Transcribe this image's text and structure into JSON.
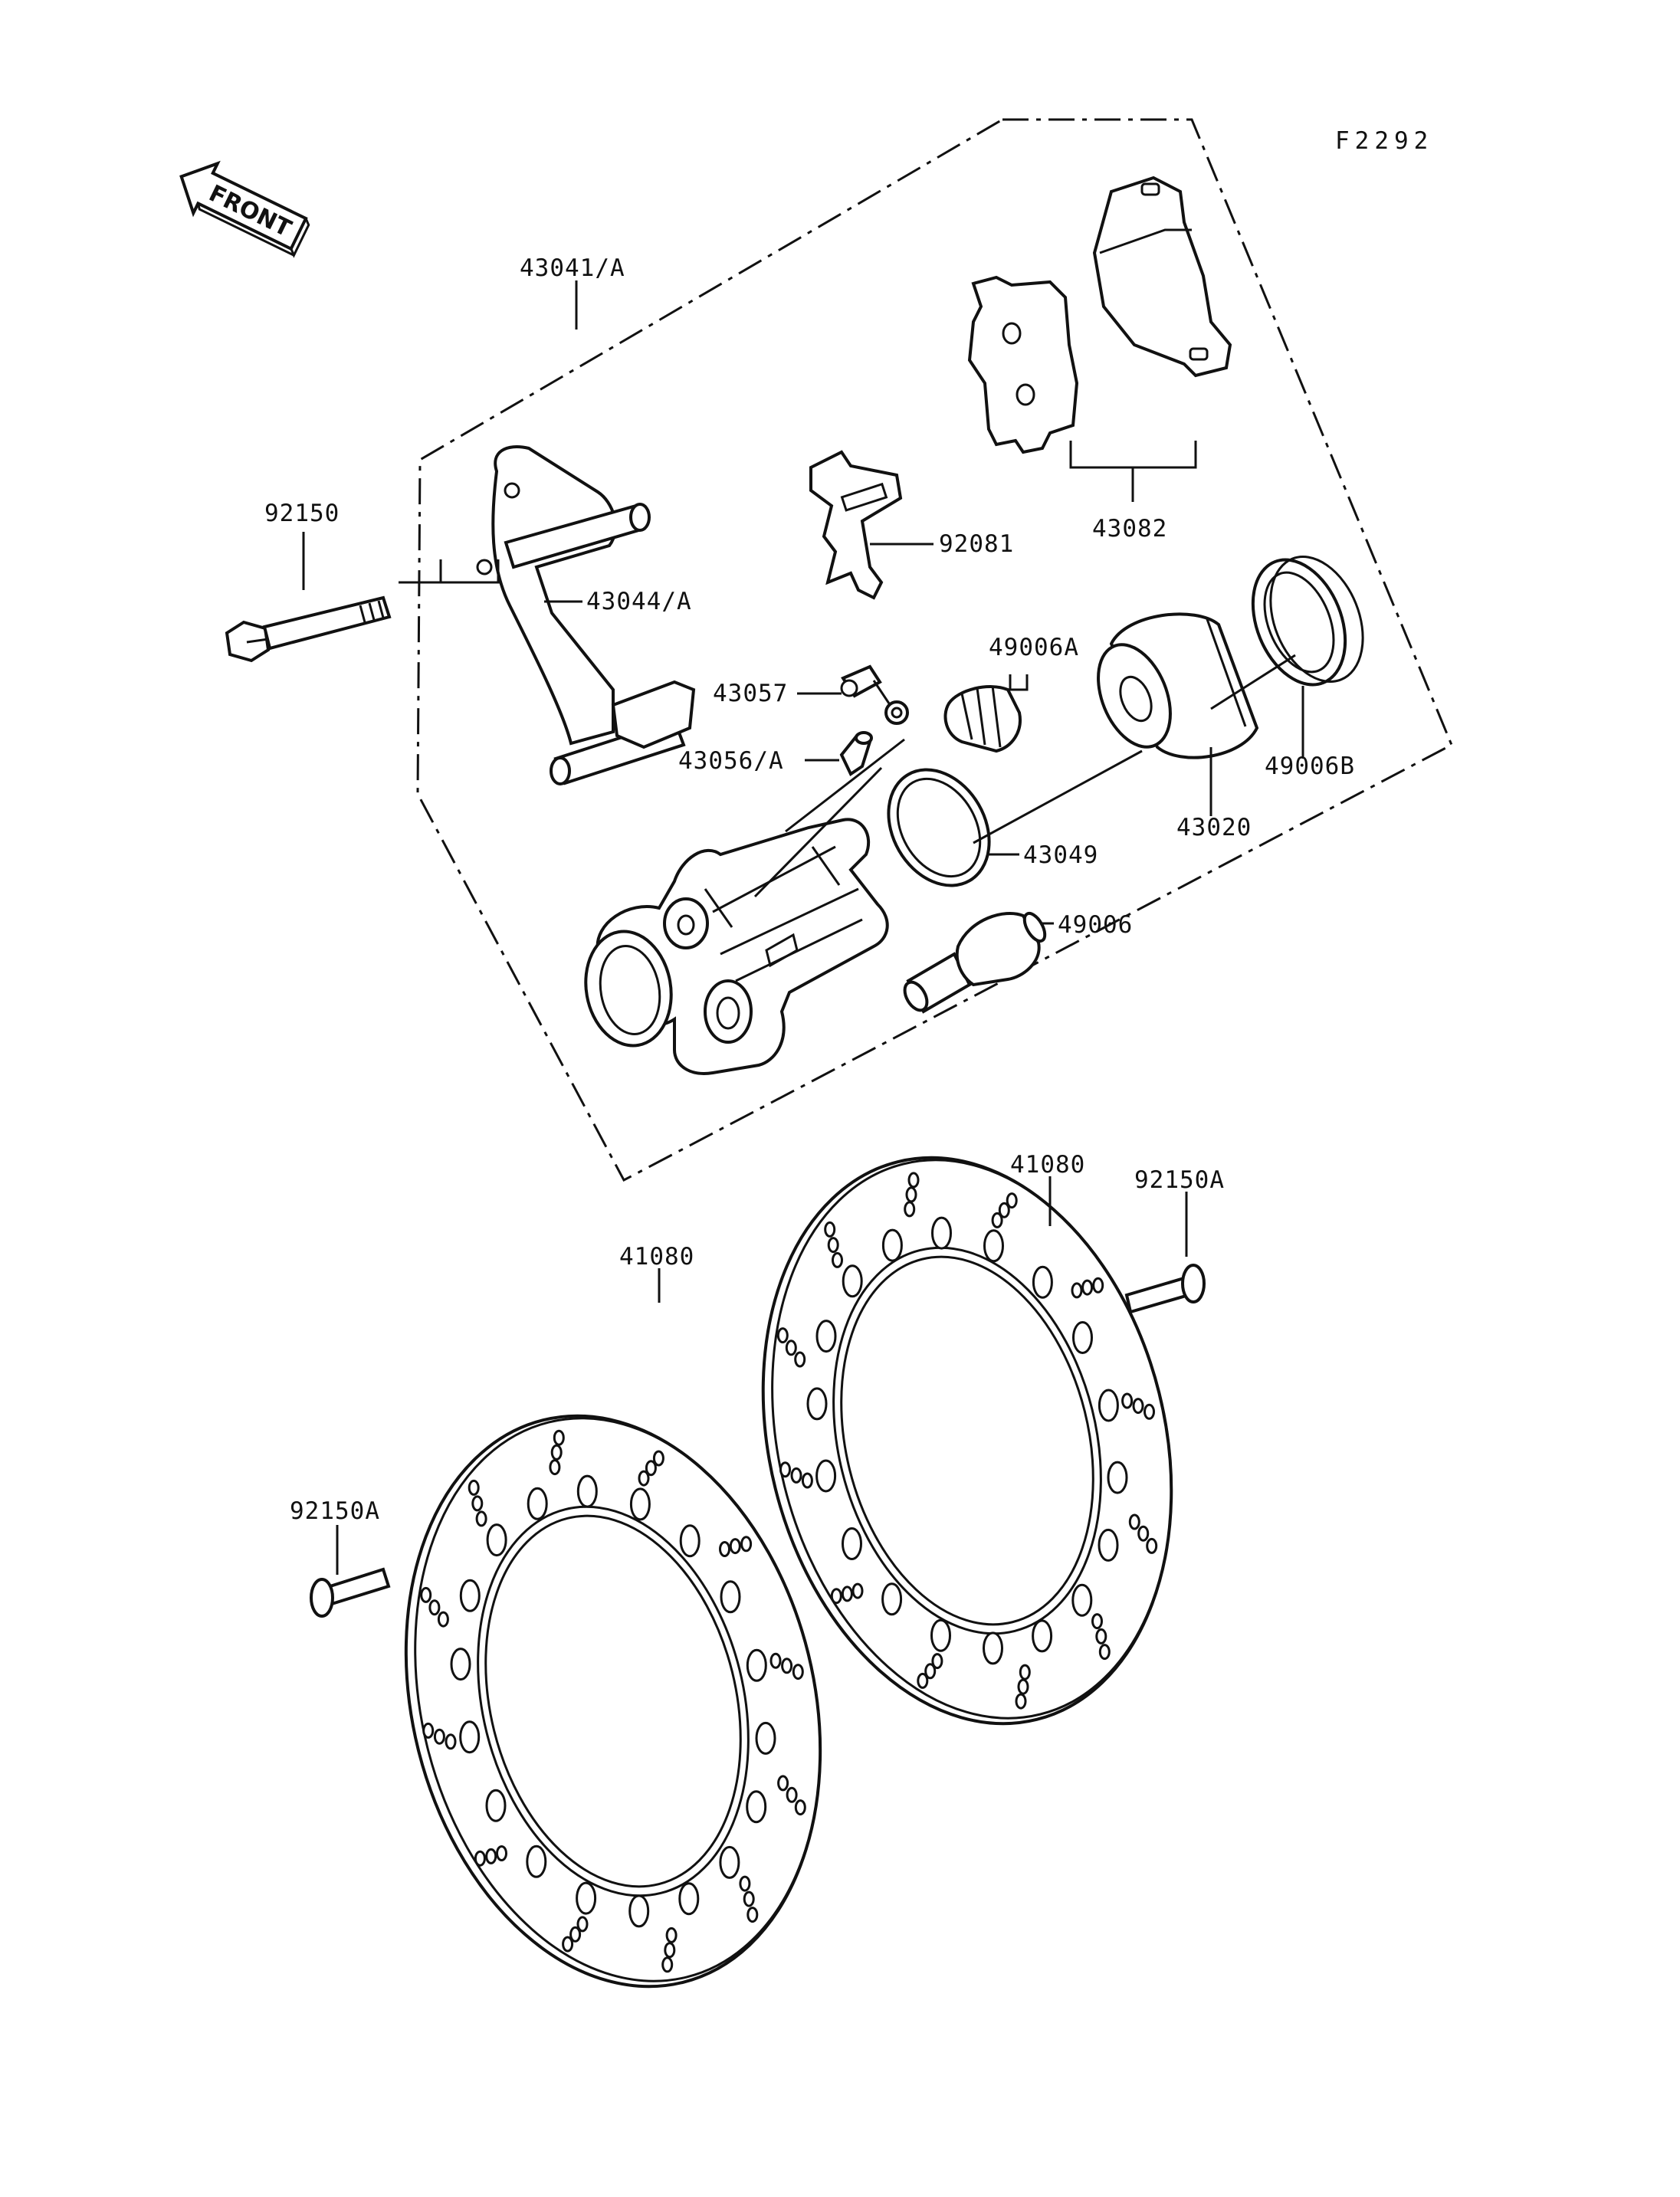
{
  "figure_code": "F2292",
  "front_arrow": {
    "label": "FRONT",
    "icon": "front-arrow-icon"
  },
  "parts": {
    "caliper_assy": "43041/A",
    "bolt_top": "92150",
    "caliper_bracket": "43044/A",
    "pad_spring": "92081",
    "brake_pads": "43082",
    "bleed_cap": "43057",
    "bleed_valve": "43056/A",
    "boot_a": "49006A",
    "seal_b": "49006B",
    "piston": "43020",
    "piston_seal": "43049",
    "boot": "49006",
    "disc_left": "41080",
    "disc_right": "41080",
    "disc_bolt_right": "92150A",
    "disc_bolt_left": "92150A"
  }
}
